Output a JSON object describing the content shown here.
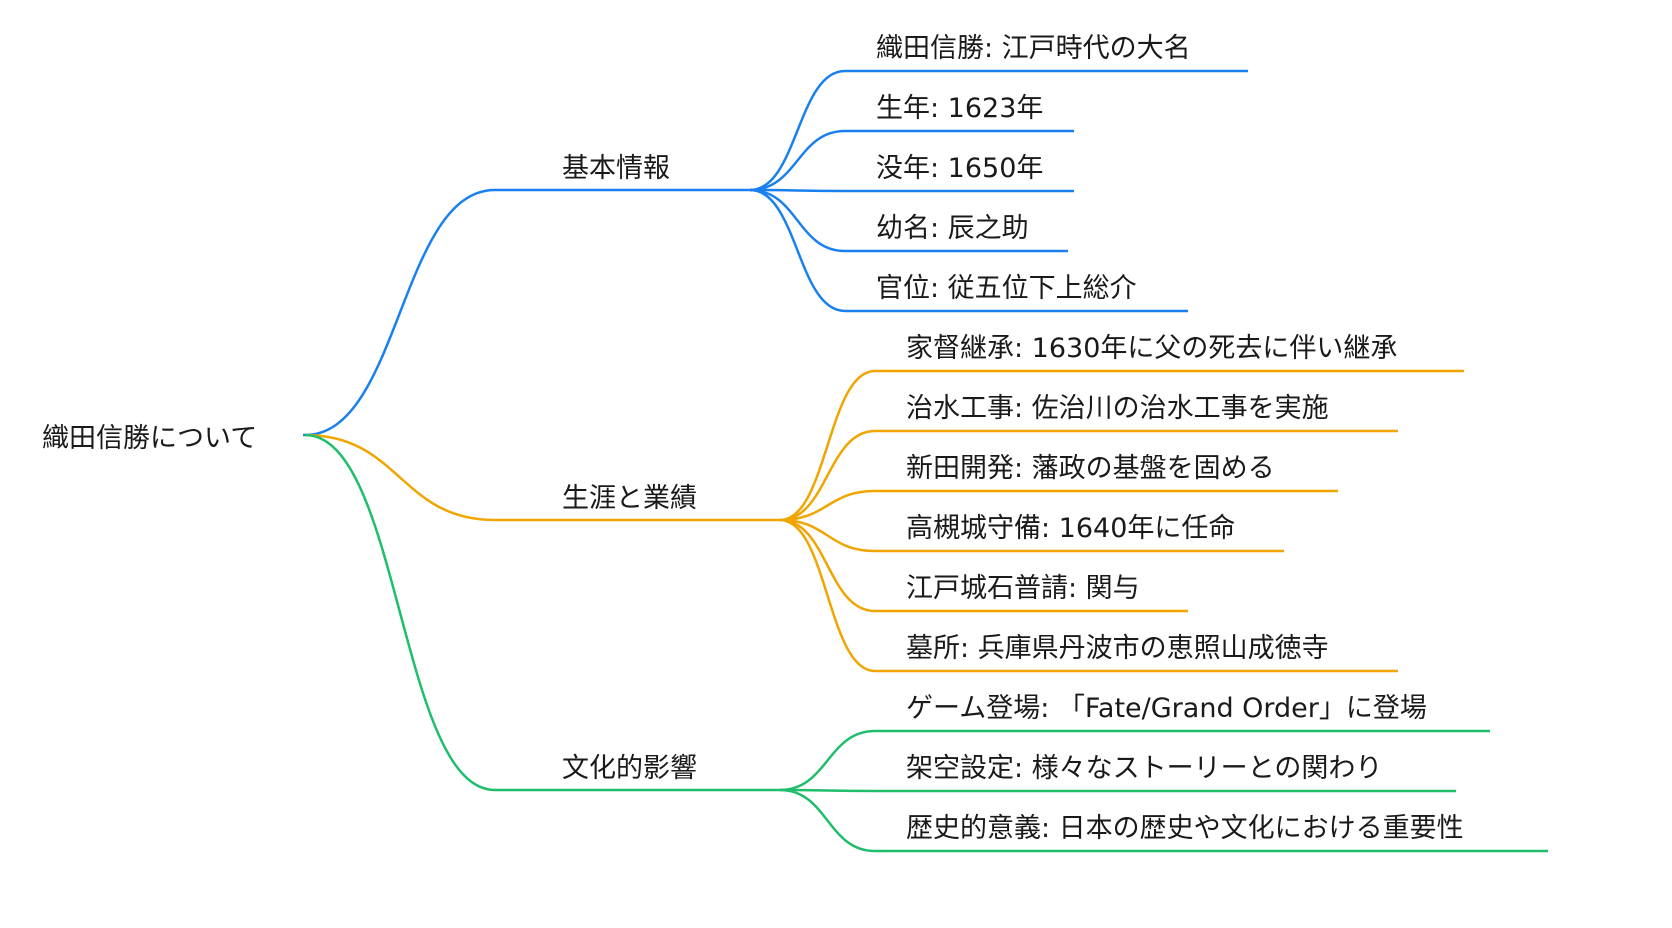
{
  "root": {
    "label": "織田信勝について"
  },
  "colors": {
    "blue": "#1a80f0",
    "orange": "#f0a500",
    "green": "#1ebe6a"
  },
  "branches": [
    {
      "label": "基本情報",
      "color": "blue",
      "children": [
        "織田信勝: 江戸時代の大名",
        "生年: 1623年",
        "没年: 1650年",
        "幼名: 辰之助",
        "官位: 従五位下上総介"
      ]
    },
    {
      "label": "生涯と業績",
      "color": "orange",
      "children": [
        "家督継承: 1630年に父の死去に伴い継承",
        "治水工事: 佐治川の治水工事を実施",
        "新田開発: 藩政の基盤を固める",
        "高槻城守備: 1640年に任命",
        "江戸城石普請: 関与",
        "墓所: 兵庫県丹波市の恵照山成徳寺"
      ]
    },
    {
      "label": "文化的影響",
      "color": "green",
      "children": [
        "ゲーム登場: 「Fate/Grand Order」に登場",
        "架空設定: 様々なストーリーとの関わり",
        "歴史的意義: 日本の歴史や文化における重要性"
      ]
    }
  ]
}
